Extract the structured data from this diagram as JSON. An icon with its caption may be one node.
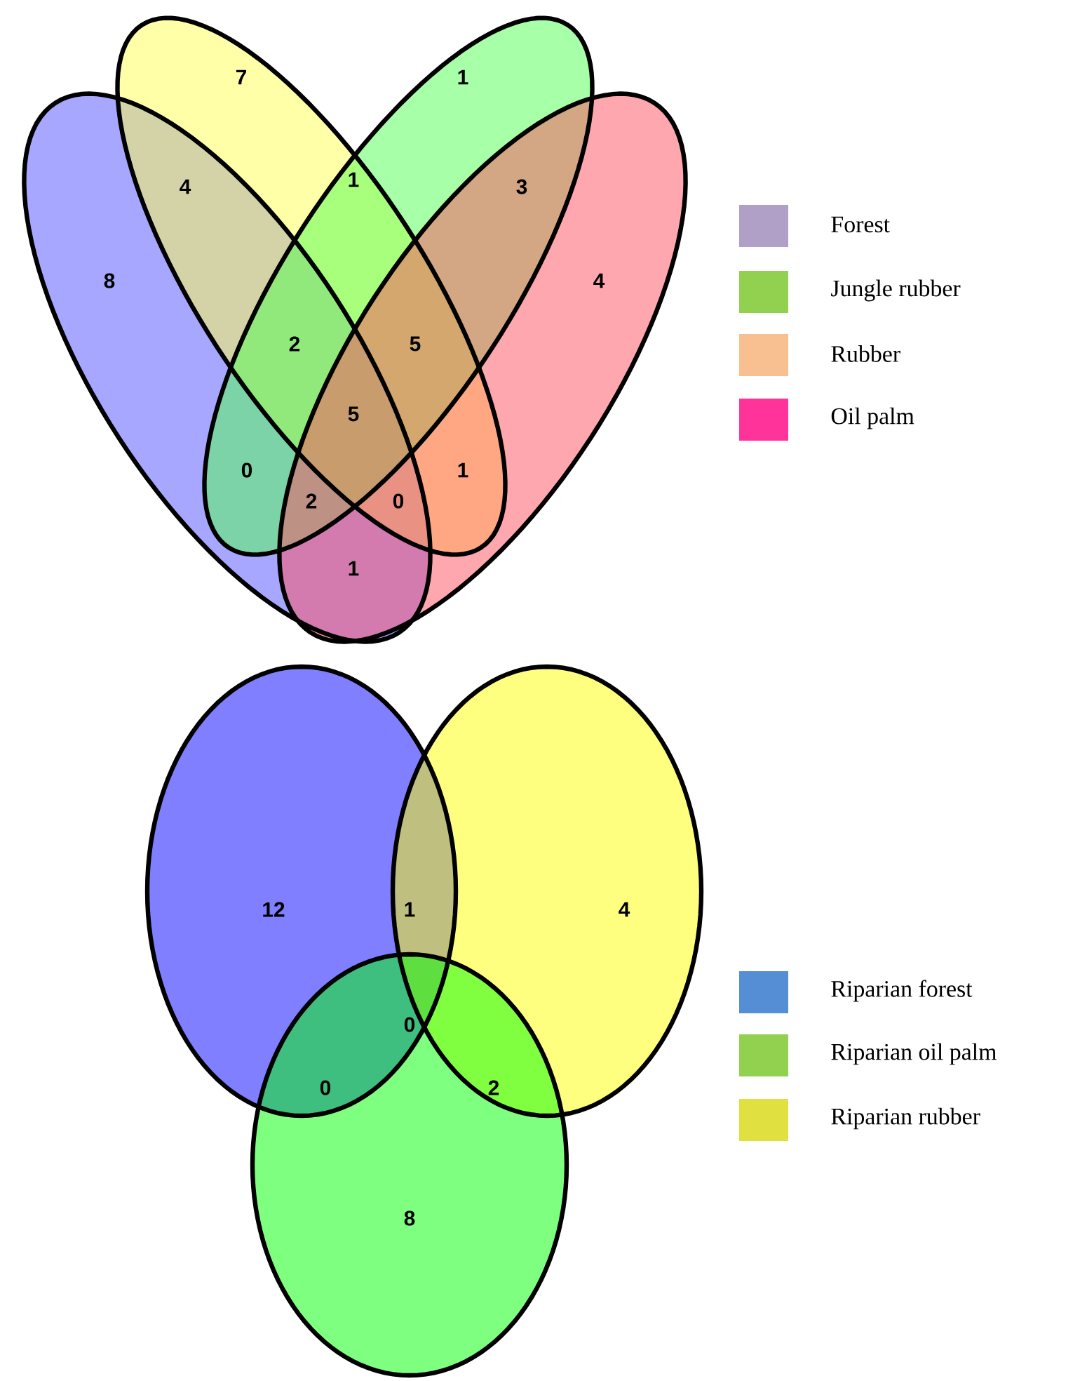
{
  "diagram": {
    "labels": [
      "7",
      "1",
      "4",
      "1",
      "3",
      "8",
      "2",
      "5",
      "4",
      "5",
      "0",
      "1",
      "2",
      "0",
      "1",
      "12",
      "1",
      "4",
      "0",
      "0",
      "2",
      "8"
    ],
    "legend": [
      {
        "text": "Forest",
        "color": "#b0a0c8"
      },
      {
        "text": "Jungle rubber",
        "color": "#92d050"
      },
      {
        "text": "Rubber",
        "color": "#f8c090"
      },
      {
        "text": "Oil palm",
        "color": "#ff3399"
      },
      {
        "text": "Riparian forest",
        "color": "#558ed5"
      },
      {
        "text": "Riparian oil palm",
        "color": "#92d050"
      },
      {
        "text": "Riparian rubber",
        "color": "#e0e040"
      }
    ]
  }
}
